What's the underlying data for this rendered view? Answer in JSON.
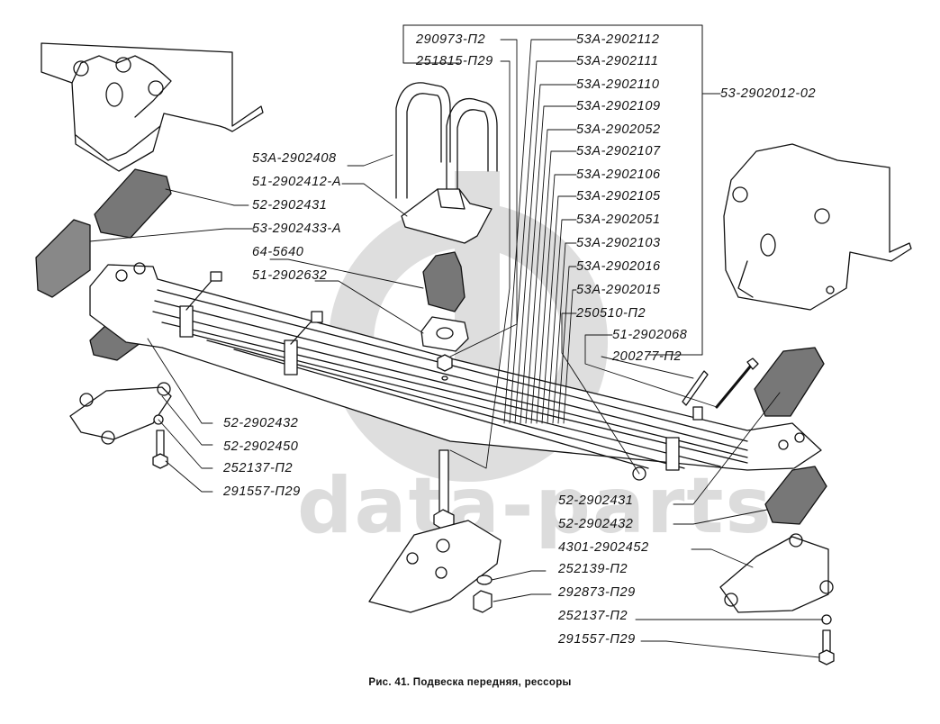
{
  "watermark": {
    "text": "data-parts",
    "color": "#dcdcdc"
  },
  "caption": "Рис. 41. Подвеска передняя, рессоры",
  "group_label": "53-2902012-02",
  "labels": {
    "l290973": "290973-П2",
    "l251815": "251815-П29",
    "l2902112": "53А-2902112",
    "l2902111": "53А-2902111",
    "l2902110": "53А-2902110",
    "l2902109": "53А-2902109",
    "l2902052": "53А-2902052",
    "l2902107": "53А-2902107",
    "l2902106": "53А-2902106",
    "l2902105": "53А-2902105",
    "l2902051": "53А-2902051",
    "l2902103": "53А-2902103",
    "l2902016": "53А-2902016",
    "l2902015": "53А-2902015",
    "l250510": "250510-П2",
    "l2902068": "51-2902068",
    "l200277": "200277-П2",
    "l2902408": "53А-2902408",
    "l2902412": "51-2902412-А",
    "l2902431a": "52-2902431",
    "l2902433": "53-2902433-А",
    "l5640": "64-5640",
    "l2902632": "51-2902632",
    "l2902432a": "52-2902432",
    "l2902450": "52-2902450",
    "l252137a": "252137-П2",
    "l291557a": "291557-П29",
    "l2902431b": "52-2902431",
    "l2902432b": "52-2902432",
    "l2902452": "4301-2902452",
    "l252139": "252139-П2",
    "l292873": "292873-П29",
    "l252137b": "252137-П2",
    "l291557b": "291557-П29"
  }
}
